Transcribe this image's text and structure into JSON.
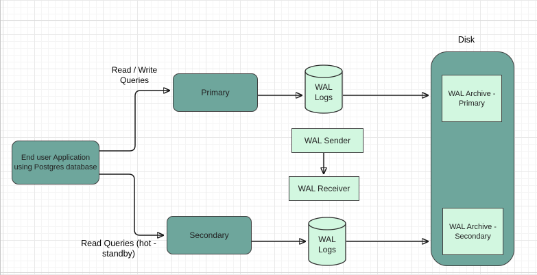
{
  "diagram": {
    "labels": {
      "read_write_queries": "Read / Write\nQueries",
      "read_queries_hot_standby": "Read Queries (hot -\nstandby)",
      "disk": "Disk"
    },
    "nodes": {
      "app": {
        "label": "End user Application\nusing Postgres database"
      },
      "primary": {
        "label": "Primary"
      },
      "secondary": {
        "label": "Secondary"
      },
      "wal_logs_top": {
        "label": "WAL\nLogs"
      },
      "wal_logs_bottom": {
        "label": "WAL\nLogs"
      },
      "wal_sender": {
        "label": "WAL Sender"
      },
      "wal_receiver": {
        "label": "WAL Receiver"
      },
      "wal_archive_primary": {
        "label": "WAL Archive -\nPrimary"
      },
      "wal_archive_secondary": {
        "label": "WAL Archive -\nSecondary"
      }
    },
    "colors": {
      "node_teal": "#6ea69c",
      "node_mint": "#d2f7e0",
      "stroke": "#3e3e3e",
      "arrow": "#1a1a1a",
      "grid_minor": "#f5f5f5",
      "grid_major": "#e9e9e9",
      "page_boundary": "#d7d7d7"
    }
  }
}
